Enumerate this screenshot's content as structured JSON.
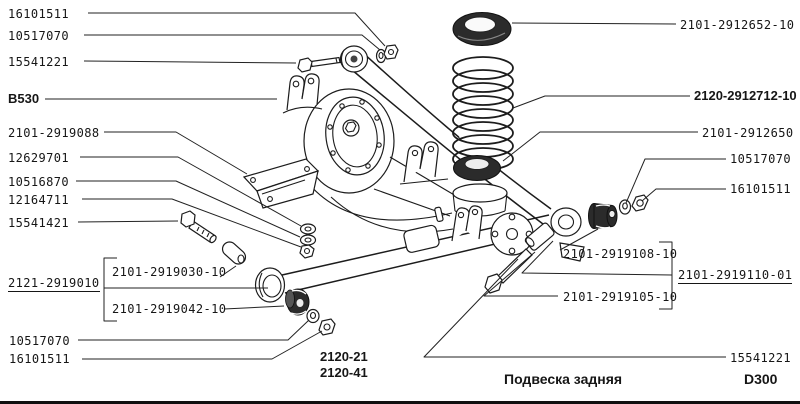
{
  "drawing": {
    "callouts": {
      "left": [
        "16101511",
        "10517070",
        "15541221",
        "В530",
        "2101-2919088",
        "12629701",
        "10516870",
        "12164711",
        "15541421"
      ],
      "bottom_left": [
        "10517070",
        "16101511"
      ],
      "right": [
        "2101-2912652-10",
        "2120-2912712-10",
        "2101-2912650",
        "10517070",
        "16101511"
      ],
      "bottom_right": [
        "15541221"
      ]
    },
    "assembly_left": {
      "code": "2121-2919010",
      "components": [
        "2101-2919030-10",
        "2101-2919042-10"
      ]
    },
    "assembly_right": {
      "code": "2101-2919110-01",
      "components": [
        "2101-2919108-10",
        "2101-2919105-10"
      ]
    },
    "footer": {
      "models": [
        "2120-21",
        "2120-41"
      ],
      "title": "Подвеска задняя",
      "sheet_code": "D300"
    }
  }
}
